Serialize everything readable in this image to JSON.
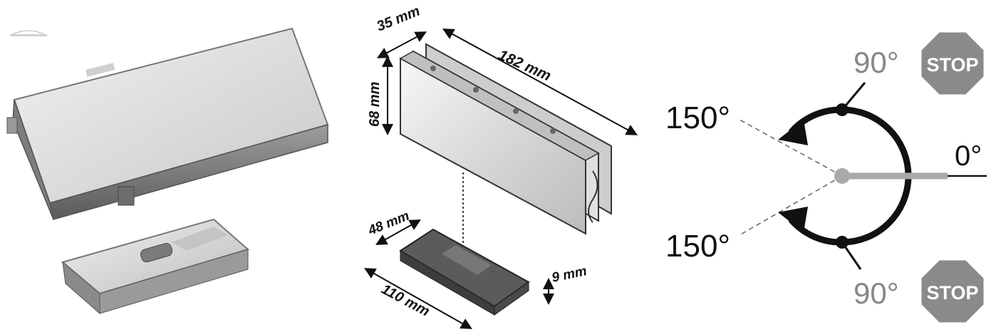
{
  "dimensions": {
    "top_depth": "35 mm",
    "length": "182 mm",
    "height": "68 mm",
    "base_width": "48 mm",
    "base_length": "110 mm",
    "base_thickness": "9 mm"
  },
  "swing": {
    "open_top": "150°",
    "open_bottom": "150°",
    "closed": "0°",
    "hold_top": "90°",
    "hold_bottom": "90°",
    "stop_top": "STOP",
    "stop_bottom": "STOP"
  },
  "colors": {
    "metal_light": "#e9e9e9",
    "metal_dark": "#8d8d8d",
    "stop_sign": "#8a8a8a",
    "arrow": "#111111",
    "arm": "#a9a9a9"
  }
}
